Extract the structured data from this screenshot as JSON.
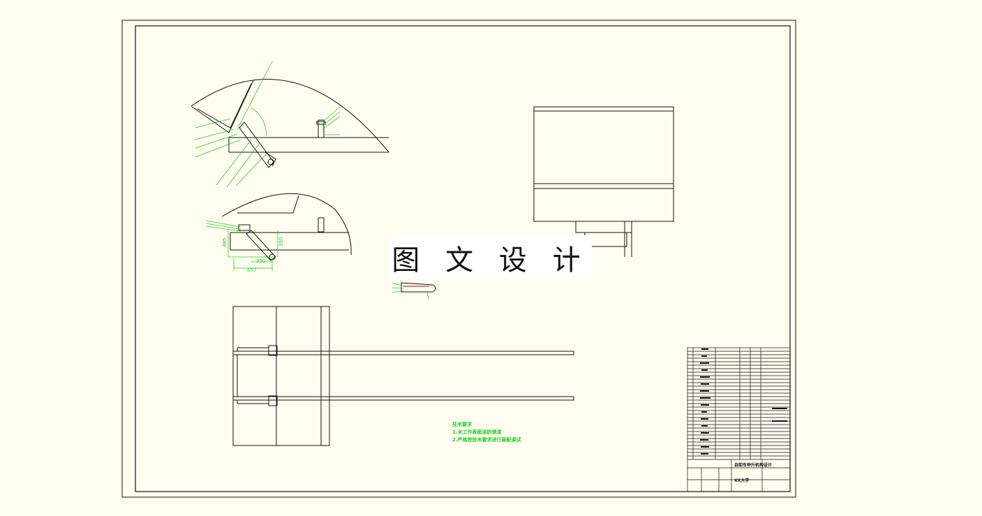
{
  "watermark": {
    "text": "图 文 设 计"
  },
  "drawing": {
    "dimensions": {
      "d1": "657",
      "d2": "350",
      "d3": "485",
      "d4": "350"
    }
  },
  "notes": {
    "title": "技术要求",
    "line1": "1.未工作表面涂防锈漆",
    "line2": "2.严格按技术要求进行装配调试"
  },
  "title_block": {
    "name": "自卸车举升机构设计",
    "school": "XX大学"
  },
  "colors": {
    "background": "#fefdf0",
    "line": "#111111",
    "dimension": "#22cc22"
  }
}
